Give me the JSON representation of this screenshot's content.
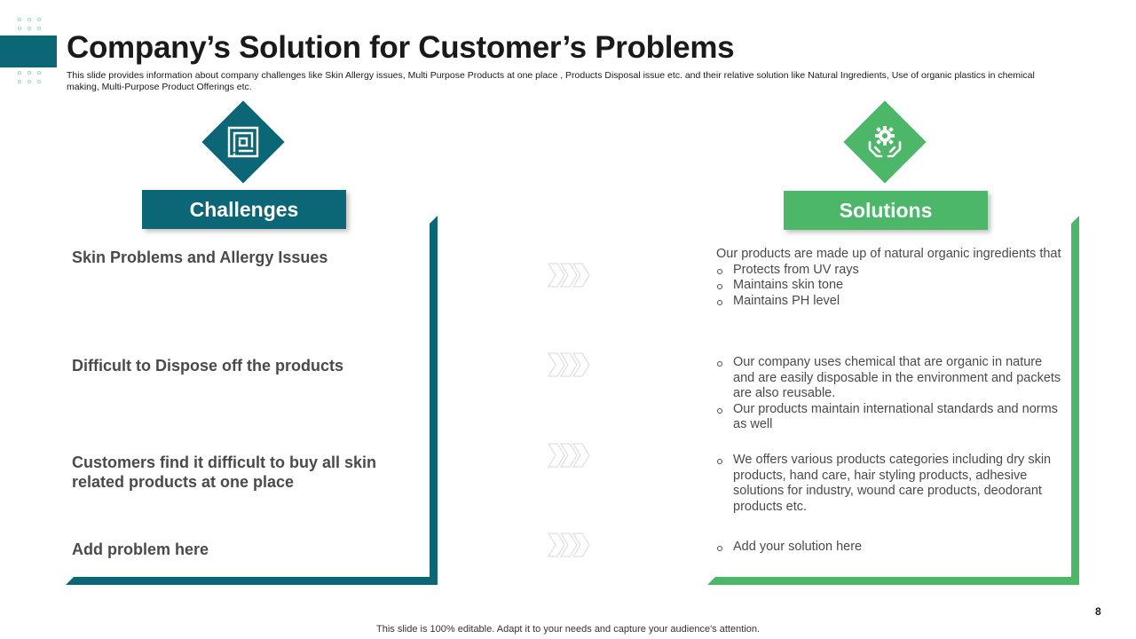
{
  "slide": {
    "title": "Company’s Solution for Customer’s Problems",
    "subtitle": "This slide provides information about company challenges like Skin Allergy issues, Multi Purpose Products at one place , Products Disposal issue etc. and their relative solution like Natural Ingredients, Use of organic plastics in chemical making, Multi-Purpose Product Offerings etc.",
    "page_number": "8",
    "footer": "This slide is 100% editable. Adapt it to your needs and capture your audience's attention."
  },
  "colors": {
    "teal": "#0b6675",
    "green": "#4cb768",
    "chevron": "#e6e6e6"
  },
  "icons": {
    "challenges": "maze-icon",
    "solutions": "gear-in-hands-icon",
    "arrow": "chevron-arrows-icon"
  },
  "challenges": {
    "header": "Challenges",
    "items": [
      "Skin Problems and Allergy Issues",
      "Difficult to Dispose off the products",
      "Customers find it difficult to buy all skin related products at one place",
      "Add problem here"
    ]
  },
  "solutions": {
    "header": "Solutions",
    "items": [
      {
        "intro": "Our products are made up of natural organic ingredients that",
        "bullets": [
          "Protects from UV rays",
          "Maintains skin tone",
          "Maintains PH level"
        ]
      },
      {
        "intro": "",
        "bullets": [
          "Our company uses chemical that are organic in nature and are easily disposable in the environment and packets are also reusable.",
          "Our products maintain international standards and norms as well"
        ]
      },
      {
        "intro": "",
        "bullets": [
          "We offers various products categories including dry skin products, hand care, hair styling products, adhesive solutions for industry, wound care products, deodorant products etc."
        ]
      },
      {
        "intro": "",
        "bullets": [
          "Add your solution here"
        ]
      }
    ]
  }
}
